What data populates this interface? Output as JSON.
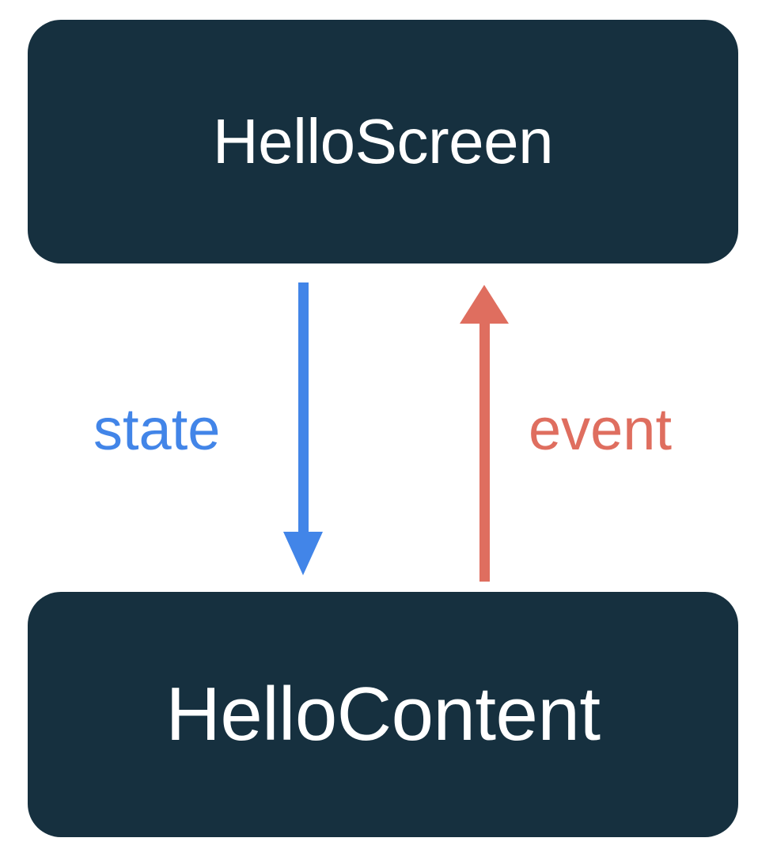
{
  "diagram": {
    "title": "HelloScreen / HelloContent state-event flow",
    "background_color": "#ffffff",
    "nodes": [
      {
        "id": "hello-screen",
        "label": "HelloScreen",
        "fill_color": "#16303f",
        "text_color": "#ffffff"
      },
      {
        "id": "hello-content",
        "label": "HelloContent",
        "fill_color": "#16303f",
        "text_color": "#ffffff"
      }
    ],
    "edges": [
      {
        "id": "state-edge",
        "label": "state",
        "color": "#4285e8",
        "from": "HelloScreen",
        "to": "HelloContent",
        "direction": "down"
      },
      {
        "id": "event-edge",
        "label": "event",
        "color": "#df6e5f",
        "from": "HelloContent",
        "to": "HelloScreen",
        "direction": "up"
      }
    ]
  }
}
